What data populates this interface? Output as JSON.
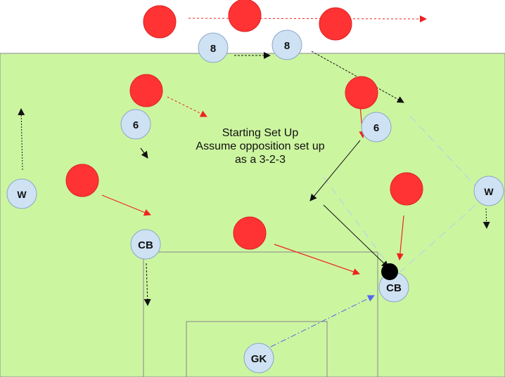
{
  "colors": {
    "pitch": "#ccf5a0",
    "pitch_line": "#888888",
    "own_player_fill": "#cfe2f3",
    "own_player_stroke": "#8aa6c8",
    "opponent_fill": "#ff3333",
    "ball": "#000000",
    "red_arrow": "#ee2222",
    "black_arrow": "#111111",
    "blue_arrow": "#5566ee",
    "light_line": "#bcd4e0"
  },
  "note": {
    "line1": "Starting Set Up",
    "line2": "Assume opposition set up",
    "line3": "as a 3-2-3"
  },
  "players": {
    "mid_left_8": "8",
    "mid_right_8": "8",
    "six_left": "6",
    "six_right": "6",
    "wing_left": "W",
    "wing_right": "W",
    "cb_left": "CB",
    "cb_right": "CB",
    "goalkeeper": "GK"
  }
}
